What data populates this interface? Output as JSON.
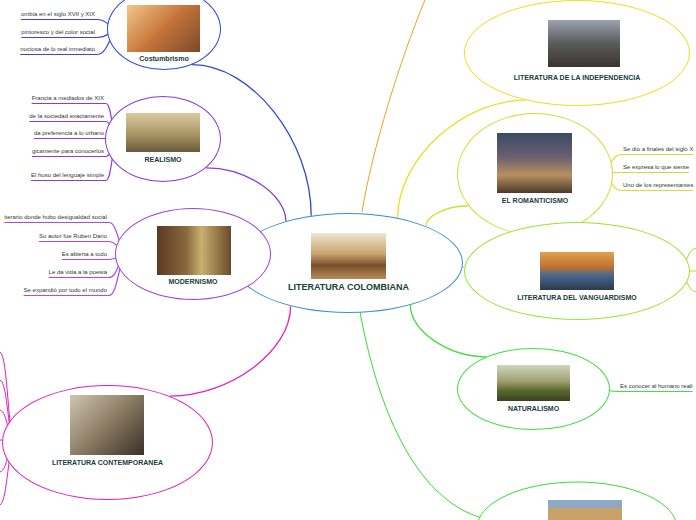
{
  "diagram": {
    "nodes": [
      {
        "text": [
          "LITERATURA COLOMBIANA"
        ]
      },
      {
        "text": [
          "Costumbrismo"
        ]
      },
      {
        "text": [
          "REALISMO"
        ]
      },
      {
        "text": [
          "MODERNISMO"
        ]
      },
      {
        "text": [
          "LITERATURA CONTEMPORANEA"
        ]
      },
      {
        "text": [
          "LITERATURA DE LA INDEPENDENCIA"
        ]
      },
      {
        "text": [
          "EL ROMANTICISMO"
        ]
      },
      {
        "text": [
          "LITERATURA DEL VANGUARDISMO"
        ]
      },
      {
        "text": [
          "NATURALISMO"
        ]
      }
    ],
    "edges": [
      {
        "from": 0,
        "to": 1,
        "arrow": "none"
      },
      {
        "from": 0,
        "to": 2,
        "arrow": "none"
      },
      {
        "from": 0,
        "to": 3,
        "arrow": "none"
      },
      {
        "from": 0,
        "to": 4,
        "arrow": "none"
      },
      {
        "from": 0,
        "to": 5,
        "arrow": "none"
      },
      {
        "from": 0,
        "to": 6,
        "arrow": "none"
      },
      {
        "from": 0,
        "to": 7,
        "arrow": "none"
      },
      {
        "from": 0,
        "to": 8,
        "arrow": "none"
      }
    ],
    "labels": [
      "ombia en el siglo XVII y XIX",
      "pintoresco y del color social",
      "nuciosa de lo real inmediato",
      "Francia a mediados de XIX",
      "de la sociedad exactamente",
      "da preferencia a lo urbano",
      "gicamente para conocerlos",
      "El huso del lenguaje simple",
      "iterario donde hubo desigualdad social",
      "Su autor fue Ruben Dario",
      "Es abierta a todo",
      "Le da vida a la poesia",
      "Se expandió por todo el mundo",
      "Se dio a finales del siglo X",
      "Se expresa lo que siente",
      "Uno de los representantes",
      "Es conocer al humano reali"
    ]
  }
}
